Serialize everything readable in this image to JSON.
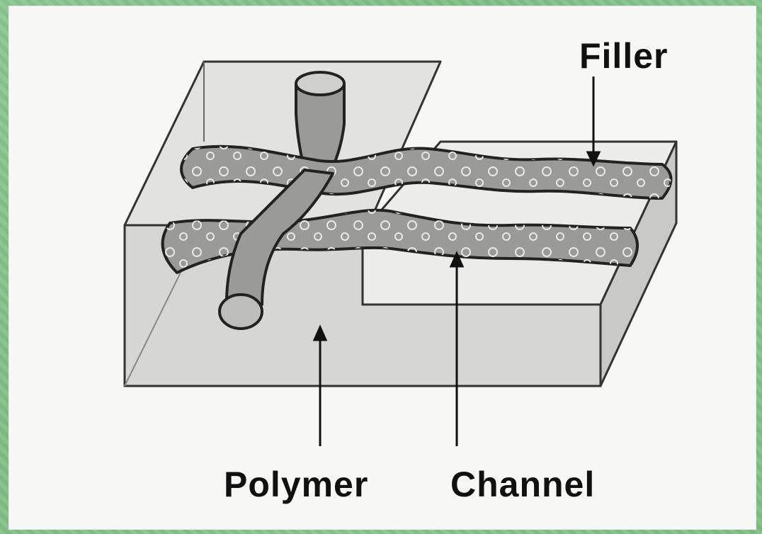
{
  "labels": {
    "filler": "Filler",
    "polymer": "Polymer",
    "channel": "Channel"
  },
  "colors": {
    "background_green": "#7fbf86",
    "panel": "#f7f7f5",
    "polymer_block": "#d8d8d6",
    "channel_fill": "#9a9a98",
    "outline": "#222222"
  }
}
